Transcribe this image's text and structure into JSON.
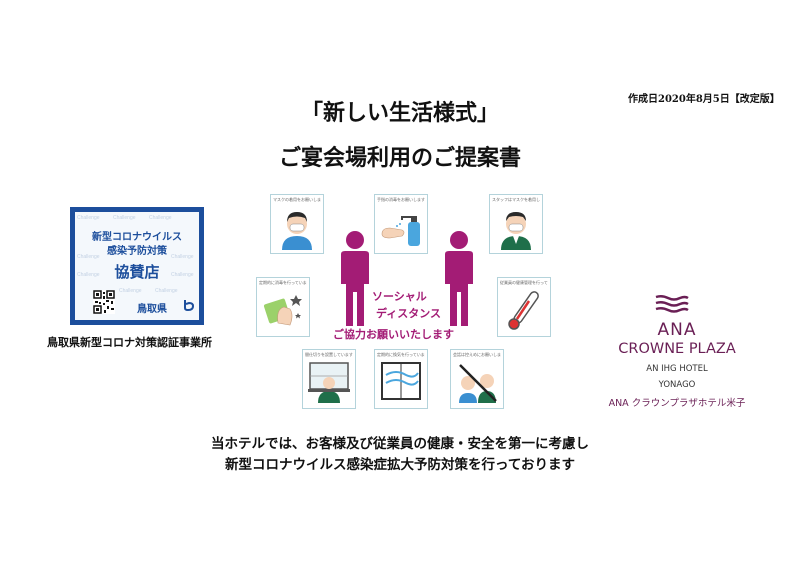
{
  "header": {
    "date": "作成日2020年8月5日【改定版】",
    "title_line1": "「新しい生活様式」",
    "title_line2": "ご宴会場利用のご提案書"
  },
  "badge": {
    "line1": "新型コロナウイルス",
    "line2": "感染予防対策",
    "line3": "協賛店",
    "prefecture": "鳥取県",
    "watermark": "Challenge",
    "caption": "鳥取県新型コロナ対策認証事業所"
  },
  "infographic": {
    "social_distance_line1": "ソーシャル",
    "social_distance_line2": "ディスタンス",
    "request": "ご協力お願いいたします"
  },
  "logo": {
    "name_line1": "ANA",
    "name_line2": "CROWNE PLAZA",
    "ihg": "AN IHG HOTEL",
    "city": "YONAGO",
    "jp_name": "ANA クラウンプラザホテル米子"
  },
  "footer": {
    "line1": "当ホテルでは、お客様及び従業員の健康・安全を第一に考慮し",
    "line2": "新型コロナウイルス感染症拡大予防対策を行っております"
  },
  "colors": {
    "badge_blue": "#1c4e9c",
    "magenta": "#a31c75",
    "logo_purple": "#6a1f55",
    "card_border": "#b4d3db"
  }
}
